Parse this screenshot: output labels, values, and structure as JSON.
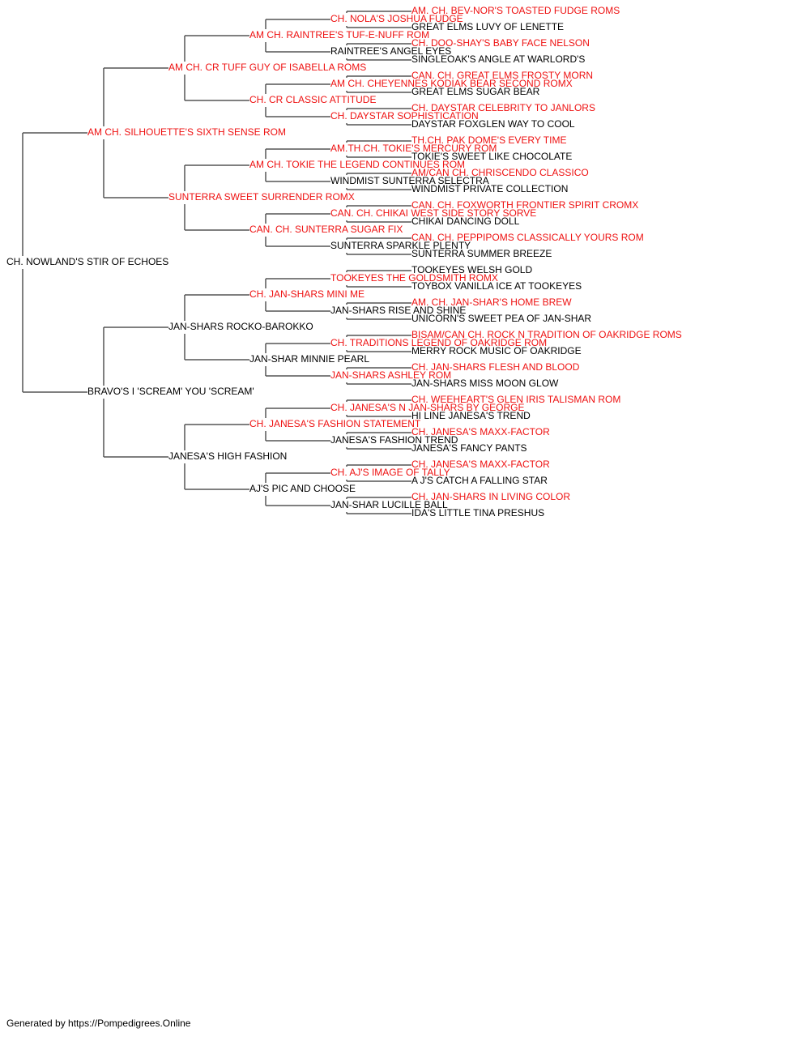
{
  "colors": {
    "champion": "#ee1111",
    "normal": "#000000",
    "line": "#555555"
  },
  "footer": "Generated by https://Pompedigrees.Online",
  "pedigree": {
    "name": "CH. NOWLAND'S STIR OF ECHOES",
    "champion": false,
    "sire": {
      "name": "AM CH. SILHOUETTE'S SIXTH SENSE ROM",
      "champion": true,
      "sire": {
        "name": "AM CH. CR TUFF GUY OF ISABELLA ROMS",
        "champion": true,
        "sire": {
          "name": "AM CH. RAINTREE'S TUF-E-NUFF ROM",
          "champion": true,
          "sire": {
            "name": "CH. NOLA'S JOSHUA FUDGE",
            "champion": true,
            "sire": {
              "name": "AM. CH. BEV-NOR'S TOASTED FUDGE ROMS",
              "champion": true
            },
            "dam": {
              "name": "GREAT ELMS LUVY OF LENETTE",
              "champion": false
            }
          },
          "dam": {
            "name": "RAINTREE'S ANGEL EYES",
            "champion": false,
            "sire": {
              "name": "CH. DOO-SHAY'S BABY FACE NELSON",
              "champion": true
            },
            "dam": {
              "name": "SINGLEOAK'S ANGLE AT WARLORD'S",
              "champion": false
            }
          }
        },
        "dam": {
          "name": "CH. CR CLASSIC ATTITUDE",
          "champion": true,
          "sire": {
            "name": "AM CH. CHEYENNES KODIAK BEAR SECOND ROMX",
            "champion": true,
            "sire": {
              "name": "CAN. CH. GREAT ELMS FROSTY MORN",
              "champion": true
            },
            "dam": {
              "name": "GREAT ELMS SUGAR BEAR",
              "champion": false
            }
          },
          "dam": {
            "name": "CH. DAYSTAR SOPHISTICATION",
            "champion": true,
            "sire": {
              "name": "CH. DAYSTAR CELEBRITY TO JANLORS",
              "champion": true
            },
            "dam": {
              "name": "DAYSTAR FOXGLEN WAY TO COOL",
              "champion": false
            }
          }
        }
      },
      "dam": {
        "name": "SUNTERRA SWEET SURRENDER ROMX",
        "champion": true,
        "sire": {
          "name": "AM CH. TOKIE THE LEGEND CONTINUES ROM",
          "champion": true,
          "sire": {
            "name": "AM.TH.CH. TOKIE'S MERCURY ROM",
            "champion": true,
            "sire": {
              "name": "TH.CH. PAK DOME'S EVERY TIME",
              "champion": true
            },
            "dam": {
              "name": "TOKIE'S SWEET LIKE CHOCOLATE",
              "champion": false
            }
          },
          "dam": {
            "name": "WINDMIST SUNTERRA SELECTRA",
            "champion": false,
            "sire": {
              "name": "AM/CAN CH. CHRISCENDO CLASSICO",
              "champion": true
            },
            "dam": {
              "name": "WINDMIST PRIVATE COLLECTION",
              "champion": false
            }
          }
        },
        "dam": {
          "name": "CAN. CH. SUNTERRA SUGAR FIX",
          "champion": true,
          "sire": {
            "name": "CAN. CH. CHIKAI WEST SIDE STORY SORVE",
            "champion": true,
            "sire": {
              "name": "CAN. CH. FOXWORTH FRONTIER SPIRIT CROMX",
              "champion": true
            },
            "dam": {
              "name": "CHIKAI DANCING DOLL",
              "champion": false
            }
          },
          "dam": {
            "name": "SUNTERRA SPARKLE PLENTY",
            "champion": false,
            "sire": {
              "name": "CAN. CH. PEPPIPOMS CLASSICALLY YOURS ROM",
              "champion": true
            },
            "dam": {
              "name": "SUNTERRA SUMMER BREEZE",
              "champion": false
            }
          }
        }
      }
    },
    "dam": {
      "name": "BRAVO'S I 'SCREAM' YOU 'SCREAM'",
      "champion": false,
      "sire": {
        "name": "JAN-SHARS ROCKO-BAROKKO",
        "champion": false,
        "sire": {
          "name": "CH. JAN-SHARS MINI ME",
          "champion": true,
          "sire": {
            "name": "TOOKEYES THE GOLDSMITH ROMX",
            "champion": true,
            "sire": {
              "name": "TOOKEYES WELSH GOLD",
              "champion": false
            },
            "dam": {
              "name": "TOYBOX VANILLA ICE AT TOOKEYES",
              "champion": false
            }
          },
          "dam": {
            "name": "JAN-SHARS RISE AND SHINE",
            "champion": false,
            "sire": {
              "name": "AM. CH. JAN-SHAR'S HOME BREW",
              "champion": true
            },
            "dam": {
              "name": "UNICORN'S SWEET PEA OF JAN-SHAR",
              "champion": false
            }
          }
        },
        "dam": {
          "name": "JAN-SHAR MINNIE PEARL",
          "champion": false,
          "sire": {
            "name": "CH. TRADITIONS LEGEND OF OAKRIDGE ROM",
            "champion": true,
            "sire": {
              "name": "BISAM/CAN CH. ROCK N TRADITION OF OAKRIDGE ROMS",
              "champion": true
            },
            "dam": {
              "name": "MERRY ROCK MUSIC OF OAKRIDGE",
              "champion": false
            }
          },
          "dam": {
            "name": "JAN-SHARS ASHLEY ROM",
            "champion": true,
            "sire": {
              "name": "CH. JAN-SHARS FLESH AND BLOOD",
              "champion": true
            },
            "dam": {
              "name": "JAN-SHARS MISS MOON GLOW",
              "champion": false
            }
          }
        }
      },
      "dam": {
        "name": "JANESA'S HIGH FASHION",
        "champion": false,
        "sire": {
          "name": "CH. JANESA'S FASHION STATEMENT",
          "champion": true,
          "sire": {
            "name": "CH. JANESA'S N JAN-SHARS BY GEORGE",
            "champion": true,
            "sire": {
              "name": "CH. WEEHEART'S GLEN IRIS TALISMAN ROM",
              "champion": true
            },
            "dam": {
              "name": "HI LINE JANESA'S TREND",
              "champion": false
            }
          },
          "dam": {
            "name": "JANESA'S FASHION TREND",
            "champion": false,
            "sire": {
              "name": "CH. JANESA'S MAXX-FACTOR",
              "champion": true
            },
            "dam": {
              "name": "JANESA'S FANCY PANTS",
              "champion": false
            }
          }
        },
        "dam": {
          "name": "AJ'S PIC AND CHOOSE",
          "champion": false,
          "sire": {
            "name": "CH. AJ'S IMAGE OF TALLY",
            "champion": true,
            "sire": {
              "name": "CH. JANESA'S MAXX-FACTOR",
              "champion": true
            },
            "dam": {
              "name": "A J'S CATCH A FALLING STAR",
              "champion": false
            }
          },
          "dam": {
            "name": "JAN-SHAR LUCILLE BALL",
            "champion": false,
            "sire": {
              "name": "CH. JAN-SHARS IN LIVING COLOR",
              "champion": true
            },
            "dam": {
              "name": "IDA'S LITTLE TINA PRESHUS",
              "champion": false
            }
          }
        }
      }
    }
  }
}
